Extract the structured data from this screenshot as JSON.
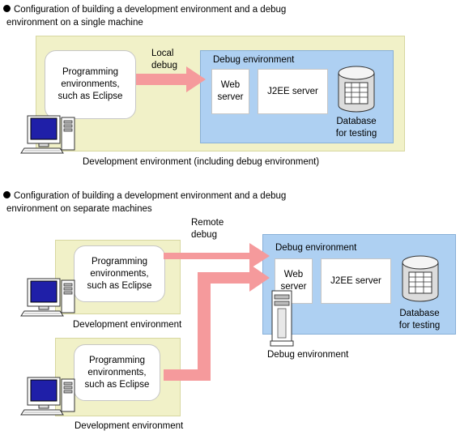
{
  "section1": {
    "bullet_line1": "Configuration of building a development environment and a debug",
    "bullet_line2": "environment on a single machine",
    "arrow_label": [
      "Local",
      "debug"
    ],
    "programming_box": [
      "Programming",
      "environments,",
      "such as Eclipse"
    ],
    "debug_env_title": "Debug environment",
    "web_server": [
      "Web",
      "server"
    ],
    "j2ee_server": "J2EE server",
    "database": [
      "Database",
      "for testing"
    ],
    "caption": "Development environment (including debug environment)"
  },
  "section2": {
    "bullet_line1": "Configuration of building a development environment and a debug",
    "bullet_line2": "environment on separate machines",
    "arrow_label": [
      "Remote",
      "debug"
    ],
    "programming_box_top": [
      "Programming",
      "environments,",
      "such as Eclipse"
    ],
    "programming_box_bottom": [
      "Programming",
      "environments,",
      "such as Eclipse"
    ],
    "dev_caption_top": "Development environment",
    "dev_caption_bottom": "Development environment",
    "debug_env_title": "Debug environment",
    "web_server": [
      "Web",
      "server"
    ],
    "j2ee_server": "J2EE server",
    "database": [
      "Database",
      "for testing"
    ],
    "debug_caption": "Debug environment"
  },
  "colors": {
    "dev_env_fill": "#f1f1c8",
    "debug_env_fill": "#aed0f2",
    "arrow": "#f59a9c",
    "monitor_screen": "#1f1fa8"
  },
  "icons": [
    "pc-icon",
    "database-icon",
    "server-tower-icon"
  ]
}
